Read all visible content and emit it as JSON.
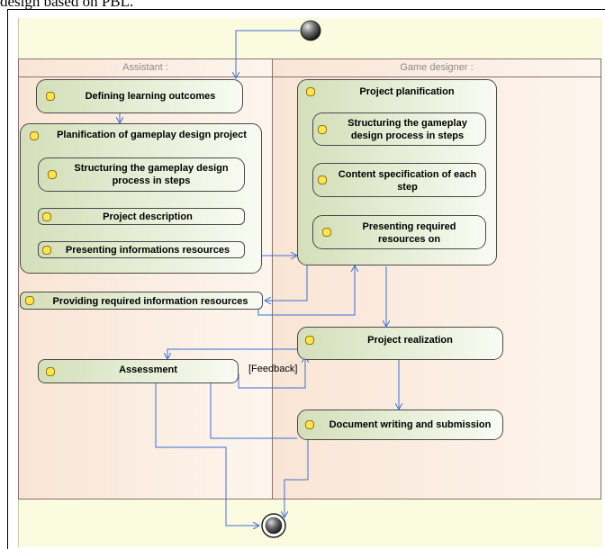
{
  "caption_fragment": "design based on PBL.",
  "lanes": {
    "assistant": "Assistant :",
    "game_designer": "Game designer :"
  },
  "nodes": {
    "defining_learning_outcomes": "Defining learning outcomes",
    "planification_gameplay_project": "Planification of gameplay design project",
    "structuring_gameplay_left": "Structuring the gameplay design process in steps",
    "project_description": "Project description",
    "presenting_informations_resources": "Presenting informations resources",
    "providing_required_information_resources": "Providing required information resources",
    "assessment": "Assessment",
    "project_planification": "Project planification",
    "structuring_gameplay_right": "Structuring the gameplay design process in steps",
    "content_specification": "Content specification of each step",
    "presenting_required_resources": "Presenting required resources on",
    "project_realization": "Project realization",
    "document_writing_submission": "Document writing and submission"
  },
  "guards": {
    "feedback": "[Feedback]"
  },
  "colors": {
    "flow": "#3c6fd8",
    "lane_fill": "#fbeee3",
    "canvas_fill": "#fbfbdf",
    "node_fill": "#e4ecd3",
    "bullet_fill": "#ffe64d"
  },
  "icons": {
    "initial": "initial-node-icon",
    "final": "final-node-icon",
    "action": "action-bullet-icon"
  }
}
